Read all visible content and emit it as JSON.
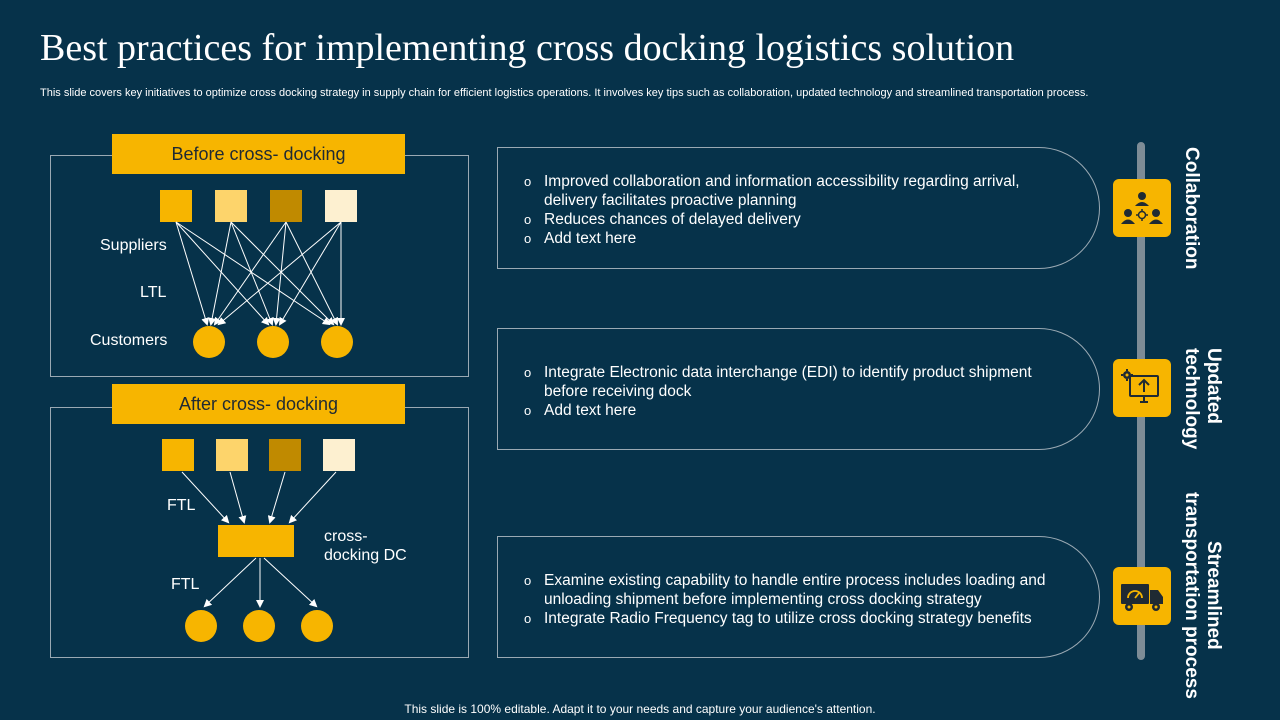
{
  "title": "Best practices for implementing cross docking logistics solution",
  "subtitle": "This slide covers key initiatives to optimize cross docking strategy in supply chain for efficient logistics operations. It involves key tips such as collaboration, updated technology and streamlined transportation process.",
  "before": {
    "banner": "Before cross- docking",
    "suppliers_label": "Suppliers",
    "ltl_label": "LTL",
    "customers_label": "Customers"
  },
  "after": {
    "banner": "After cross- docking",
    "ftl_top_label": "FTL",
    "ftl_bottom_label": "FTL",
    "dc_label_line1": "cross-",
    "dc_label_line2": "docking DC"
  },
  "colors": {
    "background": "#06324a",
    "accent": "#f7b500",
    "supplier_shades": [
      "#f7b500",
      "#fdd46b",
      "#c08a00",
      "#fdf0d0"
    ]
  },
  "sections": [
    {
      "name": "Collaboration",
      "icon": "team-collaboration-icon",
      "bullets": [
        "Improved collaboration and information accessibility regarding  arrival, delivery facilitates proactive planning",
        "Reduces chances of delayed delivery",
        "Add text here"
      ]
    },
    {
      "name_line1": "Updated",
      "name_line2": "technology",
      "icon": "computer-upload-gear-icon",
      "bullets": [
        "Integrate Electronic data interchange (EDI) to identify product shipment before receiving dock",
        "Add text here"
      ]
    },
    {
      "name_line1": "Streamlined",
      "name_line2": "transportation process",
      "icon": "delivery-truck-icon",
      "bullets": [
        "Examine existing capability to handle entire process includes loading and unloading shipment before implementing cross docking strategy",
        "Integrate Radio Frequency tag to utilize cross docking strategy benefits"
      ]
    }
  ],
  "bullet_glyph": "o",
  "footer": "This slide is 100% editable. Adapt it to your needs and capture your audience's attention."
}
